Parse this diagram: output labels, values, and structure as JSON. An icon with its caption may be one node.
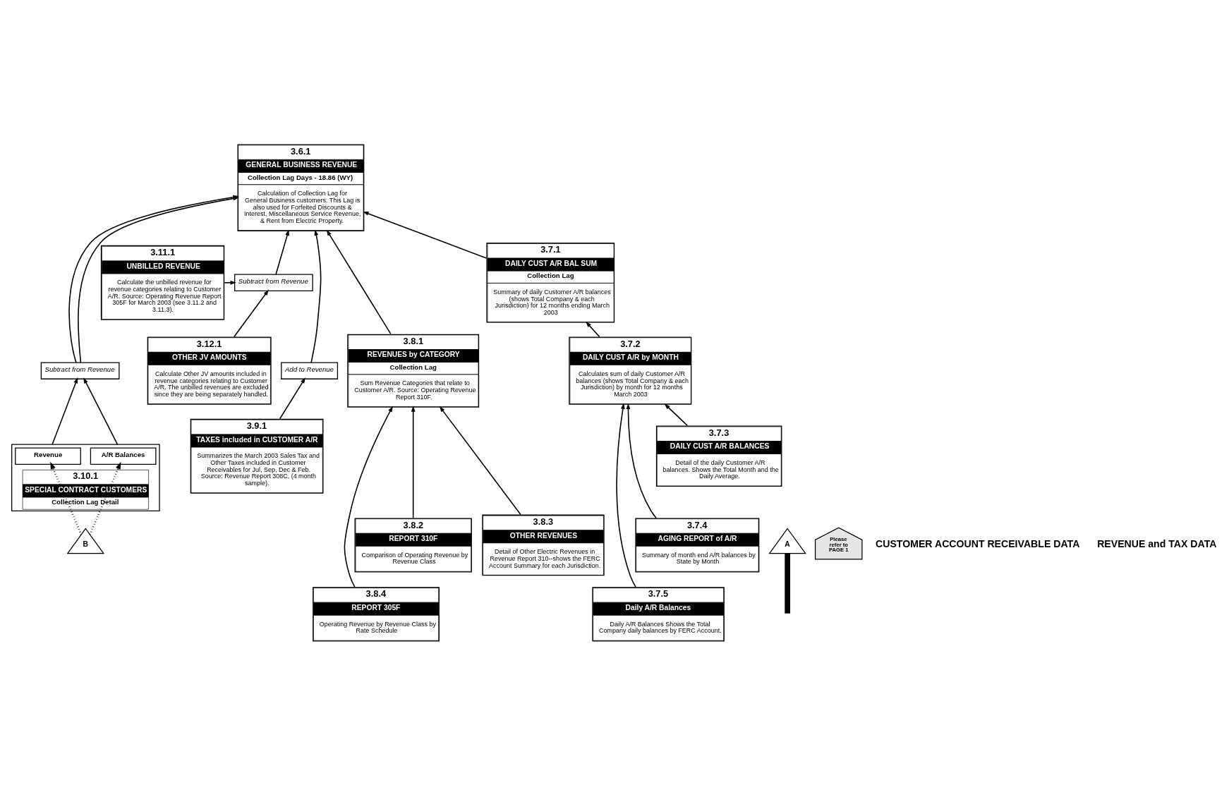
{
  "diagram": {
    "nodes": [
      {
        "text": [
          "3.7.1",
          "DAILY CUST A/R BAL SUM",
          "Collection Lag",
          "Summary of daily Customer A/R balances (shows Total Company & each Jurisdiction) for 12 months ending March 2003"
        ]
      },
      {
        "text": [
          "3.7.2",
          "DAILY CUST A/R by MONTH",
          "Calculates sum of daily Customer A/R balances (shows Total Company & each Jurisdiction) by month for 12 months March 2003"
        ]
      },
      {
        "text": [
          "3.7.3",
          "DAILY CUST A/R BALANCES",
          "Detail of the daily Customer A/R balances. Shows the Total Month and the Daily Average."
        ]
      },
      {
        "text": [
          "3.7.4",
          "AGING REPORT of A/R",
          "Summary of month end A/R balances by State by Month"
        ]
      },
      {
        "text": [
          "3.7.5",
          "Daily A/R Balances",
          "Daily A/R Balances Shows the Total Company daily balances by FERC Account."
        ]
      },
      {
        "text": [
          "B"
        ]
      },
      {
        "text": [
          "A"
        ]
      },
      {
        "text": [
          "Please refer to PAGE 1"
        ]
      },
      {
        "text": [
          "3.6.1",
          "GENERAL BUSINESS REVENUE",
          "Collection Lag Days - 18.86 (WY)",
          "Calculation of Collection Lag for General Business customers. This Lag is also used for Forfeited Discounts & Interest, Miscellaneous Service Revenue, & Rent from Electric Property."
        ]
      },
      {
        "text": [
          "Subtract from Revenue"
        ]
      },
      {
        "text": [
          "3.10.1",
          "SPECIAL CONTRACT CUSTOMERS",
          "Collection Lag Detail"
        ]
      },
      {
        "text": [
          "A/R Balances"
        ],
        "in": 10
      },
      {
        "text": [
          "Revenue"
        ],
        "in": 10
      },
      {
        "text": [
          "Subtract from Revenue"
        ]
      },
      {
        "text": [
          "Add to Revenue"
        ]
      },
      {
        "text": [
          "3.11.1",
          "UNBILLED REVENUE",
          "Calculate the unbilled revenue for revenue categories relating to Customer A/R. Source: Operating Revenue Report 305F for March 2003 (see 3.11.2 and 3.11.3)."
        ]
      },
      {
        "text": [
          "3.12.1",
          "OTHER JV AMOUNTS",
          "Calculate Other JV amounts included in revenue categories relating to Customer A/R. The unbilled revenues are excluded since they are being separately handled."
        ]
      },
      {
        "text": [
          "3.9.1",
          "TAXES included in CUSTOMER A/R",
          "Summarizes the March 2003 Sales Tax and Other Taxes included in Customer Receivables for Jul, Sep, Dec & Feb. Source: Revenue Report 308C, (4 month sample)."
        ]
      },
      {
        "text": [
          "3.8.1",
          "REVENUES by CATEGORY",
          "Collection Lag",
          "Sum Revenue Categories that relate to Customer A/R. Source: Operating Revenue Report 310F."
        ]
      },
      {
        "text": [
          "3.8.2",
          "REPORT 310F",
          "Comparison of Operating Revenue by Revenue Class"
        ]
      },
      {
        "text": [
          "3.8.3",
          "OTHER REVENUES",
          "Detail of Other Electric Revenues in Revenue Report 310--shows the FERC Account Summary for each Jurisdiction."
        ]
      },
      {
        "text": [
          "3.8.4",
          "REPORT 305F",
          "Operating Revenue by Revenue Class by Rate Schedule"
        ]
      }
    ],
    "edges": [
      {
        "from": 0,
        "to": 8,
        "arrow": "to"
      },
      {
        "from": 1,
        "to": 0,
        "arrow": "to"
      },
      {
        "from": 2,
        "to": 1,
        "arrow": "to"
      },
      {
        "from": 3,
        "to": 1,
        "arrow": "to"
      },
      {
        "from": 4,
        "to": 1,
        "arrow": "to"
      },
      {
        "from": null,
        "to": 6,
        "arrow": "none",
        "style": "thick"
      },
      {
        "from": 5,
        "to": 11,
        "arrow": "to",
        "style": "dashed"
      },
      {
        "from": 5,
        "to": 12,
        "arrow": "to",
        "style": "dashed"
      },
      {
        "from": 10,
        "to": 9,
        "arrow": "to"
      },
      {
        "from": 10,
        "to": 9,
        "arrow": "to"
      },
      {
        "from": 9,
        "to": 8,
        "arrow": "to"
      },
      {
        "from": 9,
        "to": 8,
        "arrow": "to"
      },
      {
        "from": 13,
        "to": 8,
        "arrow": "to"
      },
      {
        "from": 14,
        "to": 8,
        "arrow": "to"
      },
      {
        "from": 15,
        "to": 13,
        "arrow": "to"
      },
      {
        "from": 16,
        "to": 13,
        "arrow": "to"
      },
      {
        "from": 17,
        "to": 14,
        "arrow": "to"
      },
      {
        "from": 18,
        "to": 8,
        "arrow": "to"
      },
      {
        "from": 19,
        "to": 18,
        "arrow": "to"
      },
      {
        "from": 20,
        "to": 18,
        "arrow": "to"
      },
      {
        "from": 21,
        "to": 18,
        "arrow": "to"
      }
    ],
    "labels": [
      "CUSTOMER ACCOUNT RECEIVABLE DATA",
      "REVENUE and TAX DATA"
    ]
  }
}
